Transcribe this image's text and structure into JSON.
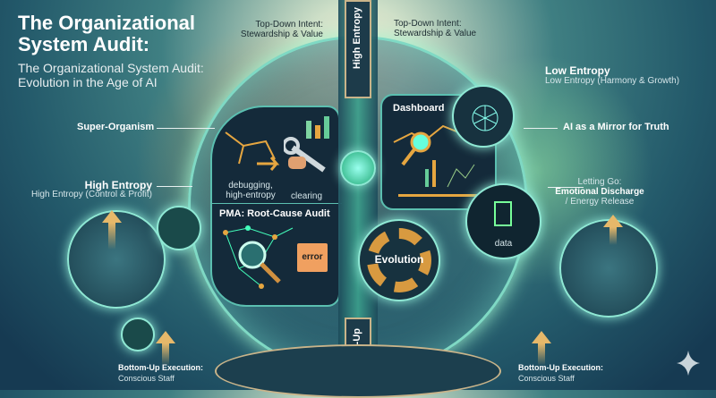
{
  "title": "The Organizational System Audit:",
  "subtitle": "The Organizational System Audit: Evolution in the Age of AI",
  "top_down_left": "Top-Down Intent: Stewardship & Value",
  "top_down_right": "Top-Down Intent: Stewardship & Value",
  "arrow_top": "High Entropy",
  "arrow_bottom": "Bottom-Up",
  "super_organism": "Super-Organism",
  "high_entropy": {
    "title": "High Entropy",
    "sub": "High Entropy (Control & Profit)"
  },
  "low_entropy": {
    "title": "Low Entropy",
    "sub": "Low Entropy (Harmony & Growth)"
  },
  "ai_mirror": "AI as a Mirror for Truth",
  "letting_go": {
    "l1": "Letting Go:",
    "l2": "Emotional Discharge",
    "l3": "/ Energy Release"
  },
  "left_panel": {
    "debugging": "debugging, high-entropy",
    "clearing": "clearing",
    "pma": "PMA: Root-Cause Audit",
    "error": "error"
  },
  "dashboard": "Dashboard",
  "evolution": "Evolution",
  "data_label": "data",
  "bottom_left": {
    "l1": "Bottom-Up Execution:",
    "l2": "Conscious Staff"
  },
  "bottom_right": {
    "l1": "Bottom-Up Execution:",
    "l2": "Conscious Staff"
  },
  "colors": {
    "accent_gold": "#e6b86a",
    "accent_teal": "#7fd9c4",
    "panel": "#142a3a"
  }
}
